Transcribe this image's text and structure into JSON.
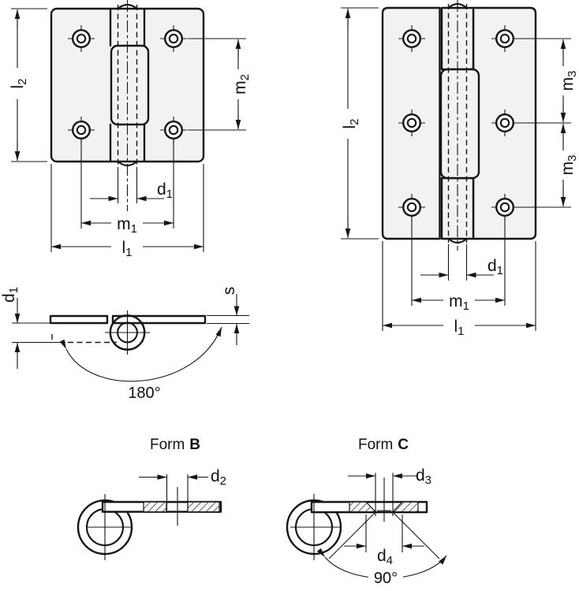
{
  "drawing": {
    "labels": {
      "l1": {
        "base": "l",
        "sub": "1"
      },
      "l2": {
        "base": "l",
        "sub": "2"
      },
      "m1": {
        "base": "m",
        "sub": "1"
      },
      "m2": {
        "base": "m",
        "sub": "2"
      },
      "m3": {
        "base": "m",
        "sub": "3"
      },
      "d1": {
        "base": "d",
        "sub": "1"
      },
      "d2": {
        "base": "d",
        "sub": "2"
      },
      "d3": {
        "base": "d",
        "sub": "3"
      },
      "d4": {
        "base": "d",
        "sub": "4"
      },
      "s": {
        "base": "s",
        "sub": ""
      }
    },
    "angles": {
      "open_angle": "180°",
      "countersink_angle": "90°"
    },
    "forms": {
      "b": {
        "prefix": "Form",
        "letter": "B"
      },
      "c": {
        "prefix": "Form",
        "letter": "C"
      }
    },
    "colors": {
      "line": "#151515",
      "plate_fill": "#f2f2f2",
      "background": "#ffffff"
    }
  }
}
